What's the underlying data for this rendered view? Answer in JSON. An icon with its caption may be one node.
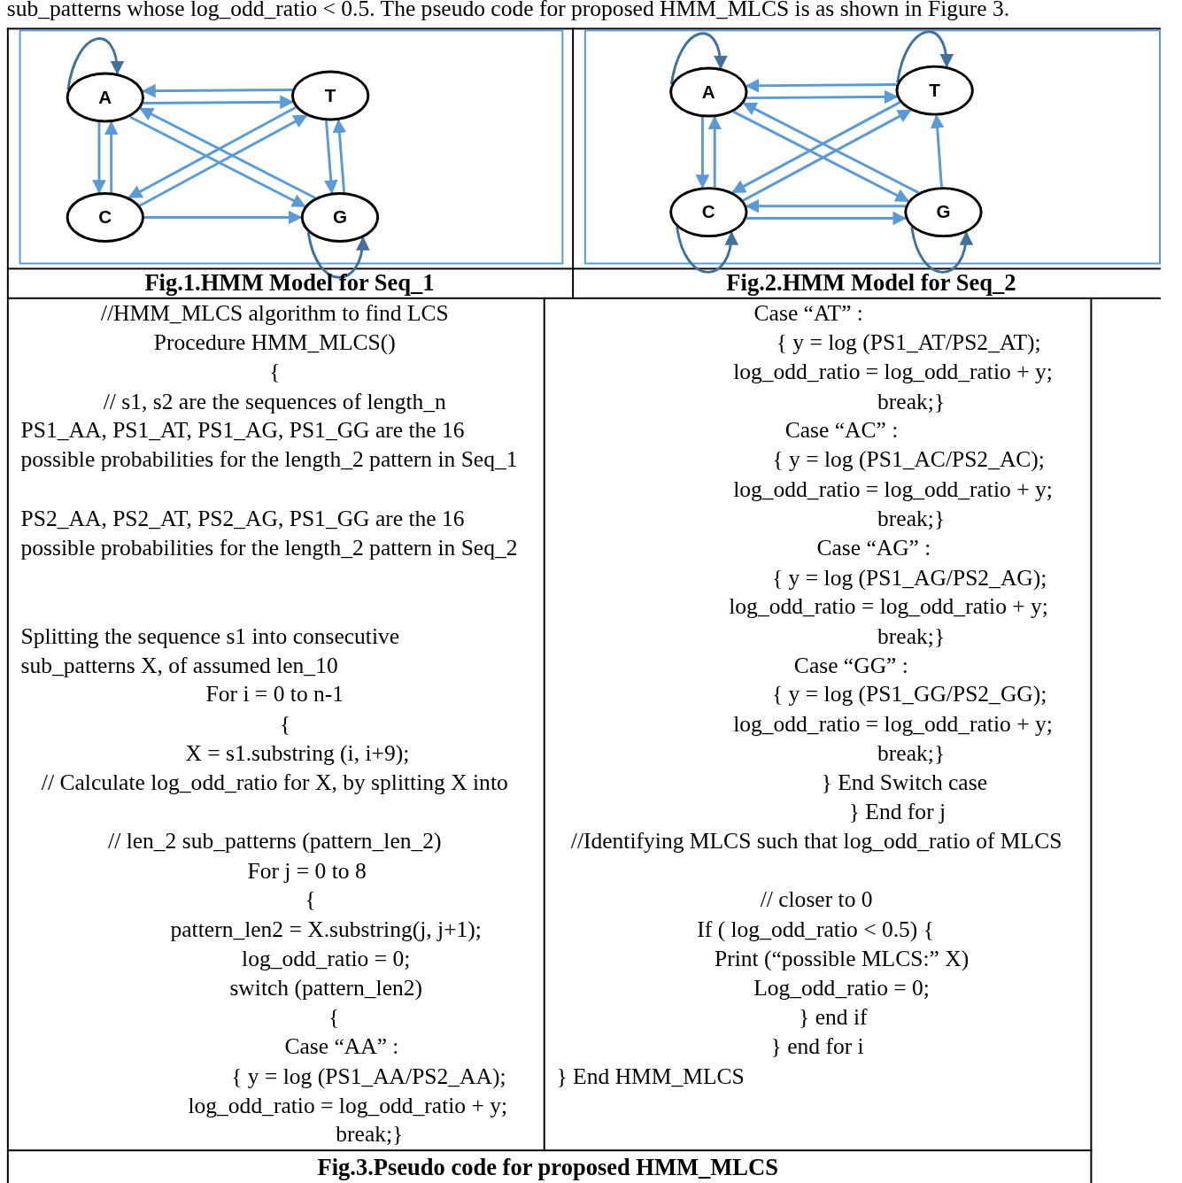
{
  "diagram": {
    "nodes": [
      {
        "text": [
          "A"
        ]
      },
      {
        "text": [
          "T"
        ]
      },
      {
        "text": [
          "C"
        ]
      },
      {
        "text": [
          "G"
        ]
      },
      {
        "text": [
          "A"
        ]
      },
      {
        "text": [
          "T"
        ]
      },
      {
        "text": [
          "C"
        ]
      },
      {
        "text": [
          "G"
        ]
      }
    ],
    "edges": [
      {
        "from": 0,
        "to": 0,
        "arrow": "to",
        "color": "#41719c"
      },
      {
        "from": 1,
        "to": 0,
        "arrow": "to"
      },
      {
        "from": 0,
        "to": 1,
        "arrow": "to"
      },
      {
        "from": 0,
        "to": 3,
        "arrow": "to"
      },
      {
        "from": 3,
        "to": 0,
        "arrow": "to"
      },
      {
        "from": 1,
        "to": 2,
        "arrow": "to"
      },
      {
        "from": 2,
        "to": 1,
        "arrow": "to"
      },
      {
        "from": 2,
        "to": 3,
        "arrow": "to"
      },
      {
        "from": 2,
        "to": 0,
        "arrow": "to"
      },
      {
        "from": 0,
        "to": 2,
        "arrow": "to"
      },
      {
        "from": 3,
        "to": 1,
        "arrow": "to"
      },
      {
        "from": 1,
        "to": 3,
        "arrow": "to"
      },
      {
        "from": 3,
        "to": 3,
        "arrow": "to",
        "color": "#41719c"
      },
      {
        "from": 4,
        "to": 4,
        "arrow": "to",
        "color": "#41719c"
      },
      {
        "from": 5,
        "to": 5,
        "arrow": "to",
        "color": "#41719c"
      },
      {
        "from": 5,
        "to": 4,
        "arrow": "to"
      },
      {
        "from": 4,
        "to": 5,
        "arrow": "to"
      },
      {
        "from": 4,
        "to": 7,
        "arrow": "to"
      },
      {
        "from": 7,
        "to": 4,
        "arrow": "to"
      },
      {
        "from": 5,
        "to": 6,
        "arrow": "to"
      },
      {
        "from": 6,
        "to": 5,
        "arrow": "to"
      },
      {
        "from": 6,
        "to": 7,
        "arrow": "to"
      },
      {
        "from": 7,
        "to": 6,
        "arrow": "to"
      },
      {
        "from": 6,
        "to": 4,
        "arrow": "to"
      },
      {
        "from": 4,
        "to": 6,
        "arrow": "to"
      },
      {
        "from": 7,
        "to": 5,
        "arrow": "to"
      },
      {
        "from": 6,
        "to": 6,
        "arrow": "to",
        "color": "#41719c"
      },
      {
        "from": 7,
        "to": 7,
        "arrow": "to",
        "color": "#41719c"
      }
    ],
    "labels": [
      "sub_patterns whose log_odd_ratio < 0.5. The pseudo code for proposed HMM_MLCS is as shown in Figure 3.",
      "Fig.1.HMM Model for Seq_1",
      "Fig.2.HMM Model for Seq_2",
      "//HMM_MLCS algorithm to find LCS",
      "Procedure HMM_MLCS()",
      "{",
      "// s1, s2 are the sequences of length_n",
      "PS1_AA, PS1_AT, PS1_AG, PS1_GG are the 16 possible probabilities for the length_2 pattern in Seq_1",
      "PS2_AA, PS2_AT, PS2_AG,  PS1_GG are the 16 possible probabilities for the length_2 pattern in Seq_2",
      "Splitting the sequence s1 into consecutive sub_patterns X, of  assumed len_10",
      "For i = 0 to n-1",
      "{",
      "X = s1.substring (i, i+9);",
      "// Calculate log_odd_ratio for X, by splitting X into",
      "// len_2 sub_patterns (pattern_len_2)",
      "For j = 0 to 8",
      "{",
      "pattern_len2 = X.substring(j, j+1);",
      "log_odd_ratio = 0;",
      "switch (pattern_len2)",
      "{",
      "Case “AA” :",
      "{ y = log (PS1_AA/PS2_AA);",
      "log_odd_ratio = log_odd_ratio + y;",
      "break;}",
      "Case “AT” :",
      "{ y = log (PS1_AT/PS2_AT);",
      "log_odd_ratio = log_odd_ratio + y;",
      "break;}",
      "Case “AC” :",
      "{ y = log (PS1_AC/PS2_AC);",
      "log_odd_ratio = log_odd_ratio + y;",
      "break;}",
      "Case “AG” :",
      "{ y = log (PS1_AG/PS2_AG);",
      "log_odd_ratio = log_odd_ratio + y;",
      "break;}",
      "Case “GG” :",
      "{ y = log (PS1_GG/PS2_GG);",
      "log_odd_ratio = log_odd_ratio + y;",
      "break;}",
      "} End Switch case",
      "} End for j",
      "//Identifying MLCS such that log_odd_ratio of MLCS",
      "// closer to 0",
      "If ( log_odd_ratio < 0.5) {",
      "Print (“possible MLCS:” X)",
      "Log_odd_ratio = 0;",
      "} end if",
      "} end for  i",
      "} End HMM_MLCS",
      "Fig.3.Pseudo code for proposed HMM_MLCS"
    ]
  }
}
